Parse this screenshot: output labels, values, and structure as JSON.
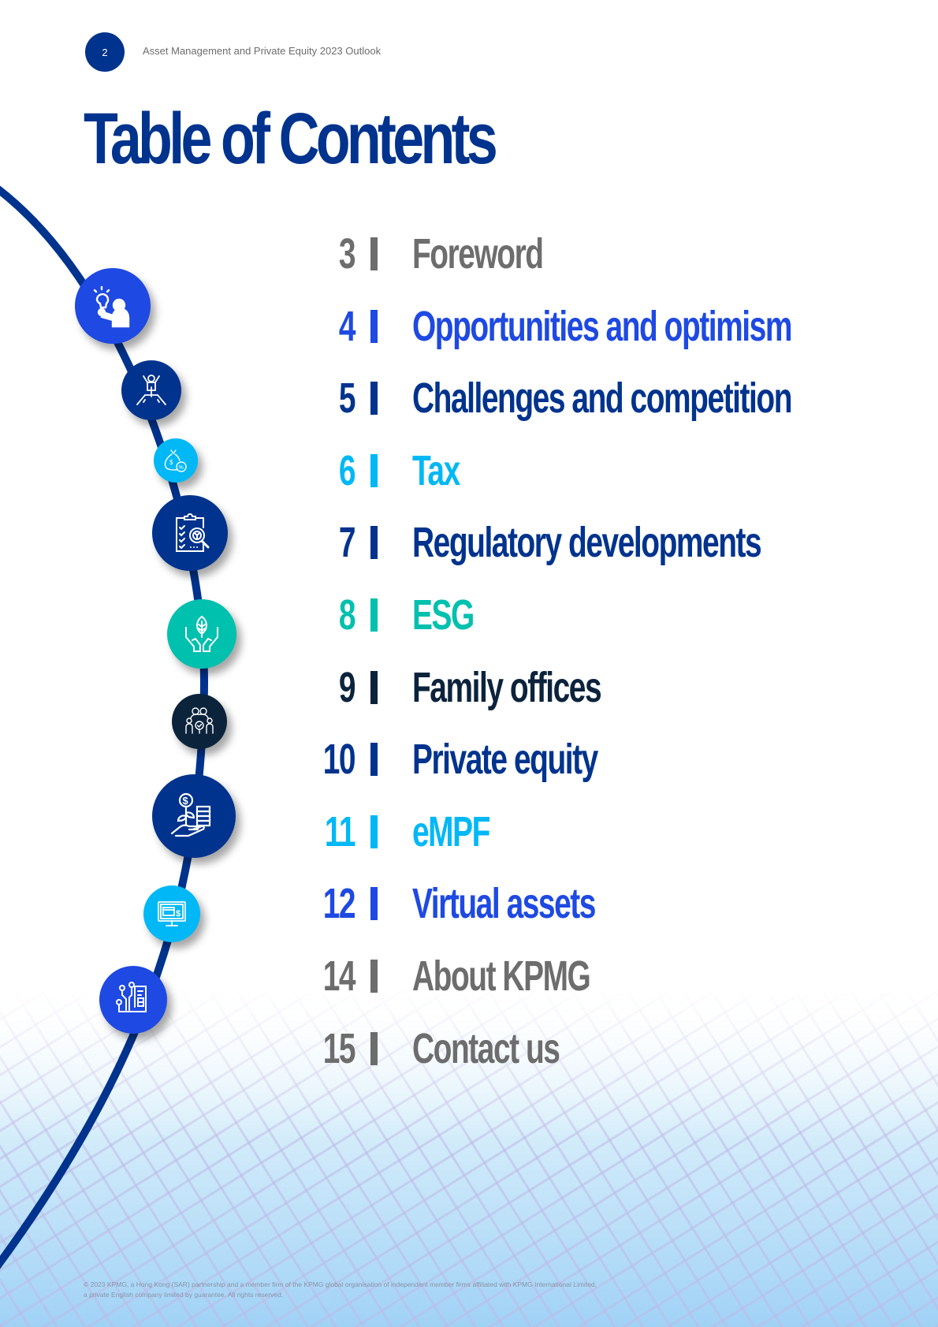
{
  "header": {
    "page_number": "2",
    "document_title": "Asset Management and Private Equity 2023 Outlook"
  },
  "title": "Table of Contents",
  "colors": {
    "navy": "#00338d",
    "cobalt": "#1e49e2",
    "light_blue": "#00b8f5",
    "teal": "#00c0ae",
    "dark_navy": "#0c233c",
    "gray": "#6d6d6d"
  },
  "icons": [
    {
      "name": "lightbulb-person-icon",
      "color": "#1e49e2"
    },
    {
      "name": "person-on-summit-icon",
      "color": "#00338d"
    },
    {
      "name": "money-bag-percent-icon",
      "color": "#00b8f5"
    },
    {
      "name": "clipboard-magnifier-icon",
      "color": "#00338d"
    },
    {
      "name": "hands-leaf-icon",
      "color": "#00c0ae"
    },
    {
      "name": "family-group-icon",
      "color": "#0c233c"
    },
    {
      "name": "plant-coins-hand-icon",
      "color": "#00338d"
    },
    {
      "name": "monitor-wallet-dollar-icon",
      "color": "#00b8f5"
    },
    {
      "name": "circuit-document-icon",
      "color": "#1e49e2"
    }
  ],
  "toc": [
    {
      "page": "3",
      "label": "Foreword",
      "color": "#6d6d6d"
    },
    {
      "page": "4",
      "label": "Opportunities and optimism",
      "color": "#1e49e2"
    },
    {
      "page": "5",
      "label": "Challenges and competition",
      "color": "#00338d"
    },
    {
      "page": "6",
      "label": "Tax",
      "color": "#00b8f5"
    },
    {
      "page": "7",
      "label": "Regulatory developments",
      "color": "#00338d"
    },
    {
      "page": "8",
      "label": "ESG",
      "color": "#00c0ae"
    },
    {
      "page": "9",
      "label": "Family offices",
      "color": "#0c233c"
    },
    {
      "page": "10",
      "label": "Private equity",
      "color": "#00338d"
    },
    {
      "page": "11",
      "label": "eMPF",
      "color": "#00b8f5"
    },
    {
      "page": "12",
      "label": "Virtual assets",
      "color": "#1e49e2"
    },
    {
      "page": "14",
      "label": "About KPMG",
      "color": "#6d6d6d"
    },
    {
      "page": "15",
      "label": "Contact us",
      "color": "#6d6d6d"
    }
  ],
  "footer": {
    "line1": "© 2023 KPMG, a Hong Kong (SAR) partnership and a member firm of the KPMG global organisation of independent member firms affiliated with KPMG International Limited,",
    "line2": "a private English company limited by guarantee. All rights reserved."
  }
}
